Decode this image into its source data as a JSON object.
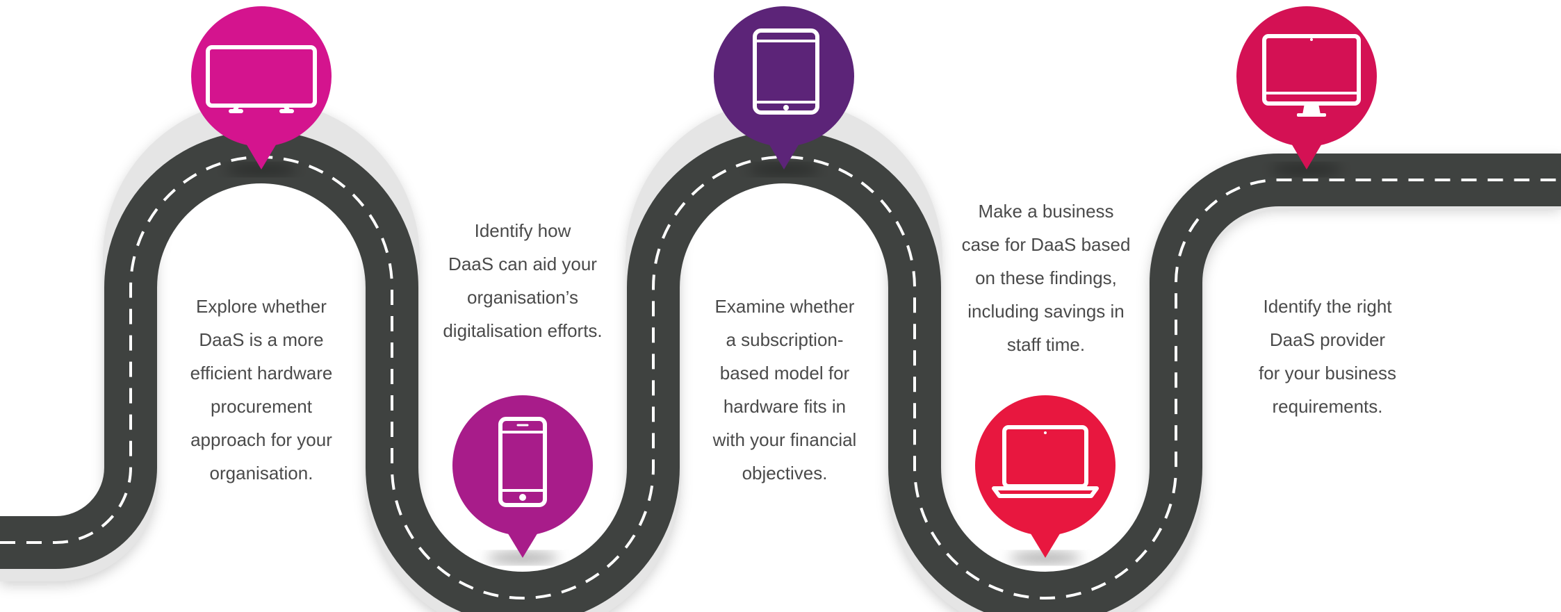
{
  "steps": [
    {
      "id": "step-1",
      "device": "tv-icon",
      "color": "#d4148e",
      "lines": [
        "Explore whether",
        "DaaS is a more",
        "efficient hardware",
        "procurement",
        "approach for your",
        "organisation."
      ]
    },
    {
      "id": "step-2",
      "device": "smartphone-icon",
      "color": "#a81c8a",
      "lines": [
        "Identify how",
        "DaaS can aid your",
        "organisation’s",
        "digitalisation efforts."
      ]
    },
    {
      "id": "step-3",
      "device": "tablet-icon",
      "color": "#5c2478",
      "lines": [
        "Examine whether",
        "a subscription-",
        "based model for",
        "hardware fits in",
        "with your financial",
        "objectives."
      ]
    },
    {
      "id": "step-4",
      "device": "laptop-icon",
      "color": "#e8173f",
      "lines": [
        "Make a business",
        "case for DaaS based",
        "on these findings,",
        "including savings in",
        "staff time."
      ]
    },
    {
      "id": "step-5",
      "device": "desktop-monitor-icon",
      "color": "#d41154",
      "lines": [
        "Identify the right",
        "DaaS provider",
        "for your business",
        "requirements."
      ]
    }
  ],
  "colors": {
    "road": "#3f4240",
    "road_edge": "#e5e5e5",
    "dash": "#ffffff",
    "text": "#4a4a4a"
  }
}
